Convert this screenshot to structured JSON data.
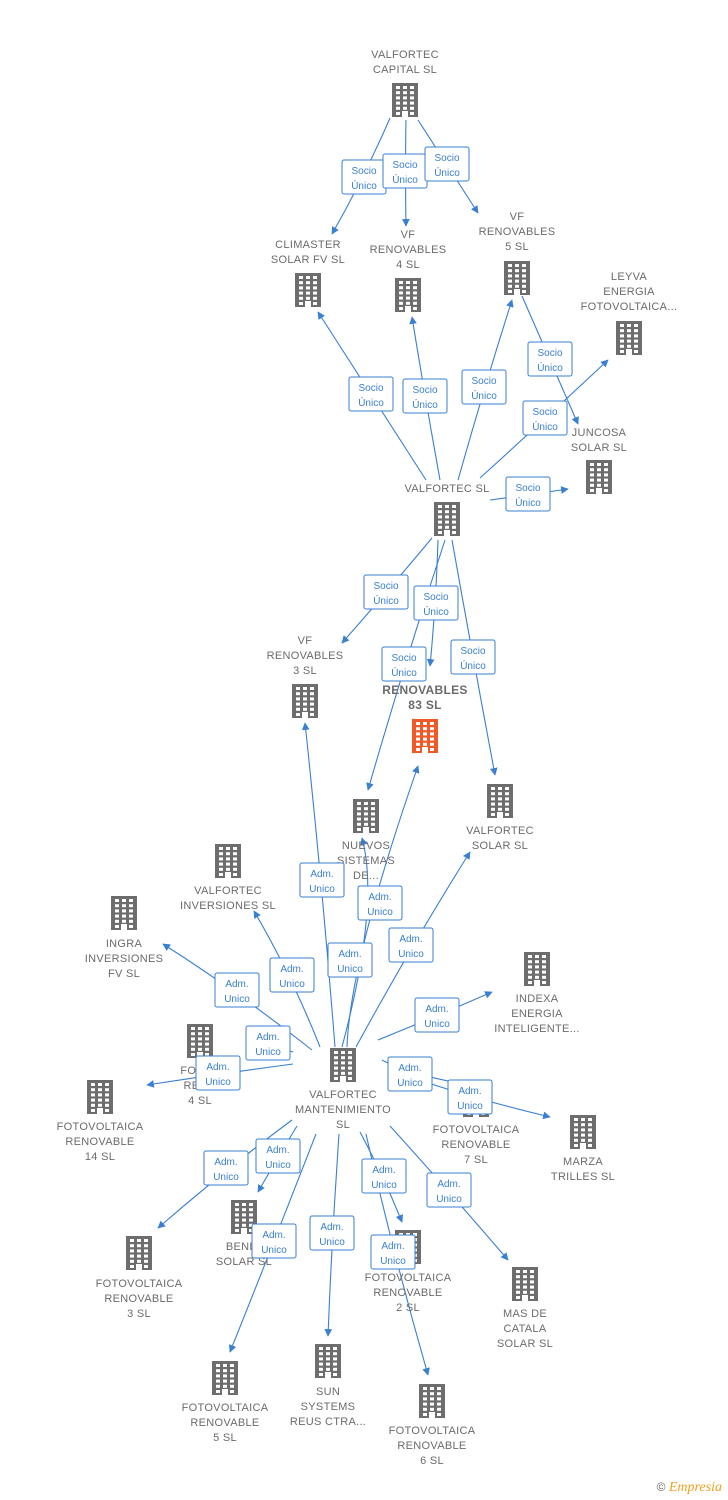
{
  "nodes": [
    {
      "id": "valfortec_capital",
      "lines": [
        "VALFORTEC",
        "CAPITAL  SL"
      ]
    },
    {
      "id": "climaster",
      "lines": [
        "CLIMASTER",
        "SOLAR FV SL"
      ]
    },
    {
      "id": "vf4",
      "lines": [
        "VF",
        "RENOVABLES",
        "4  SL"
      ]
    },
    {
      "id": "vf5",
      "lines": [
        "VF",
        "RENOVABLES",
        "5  SL"
      ]
    },
    {
      "id": "leyva",
      "lines": [
        "LEYVA",
        "ENERGIA",
        "FOTOVOLTAICA..."
      ]
    },
    {
      "id": "juncosa",
      "lines": [
        "JUNCOSA",
        "SOLAR  SL"
      ]
    },
    {
      "id": "valfortec",
      "lines": [
        "VALFORTEC SL"
      ]
    },
    {
      "id": "vf3",
      "lines": [
        "VF",
        "RENOVABLES",
        "3  SL"
      ]
    },
    {
      "id": "vf83",
      "lines": [
        "RENOVABLES",
        "83  SL"
      ],
      "focus": true
    },
    {
      "id": "nuevos",
      "lines": [
        "NUEVOS",
        "SISTEMAS",
        "DE..."
      ]
    },
    {
      "id": "valfortec_solar",
      "lines": [
        "VALFORTEC",
        "SOLAR  SL"
      ]
    },
    {
      "id": "valfortec_inv",
      "lines": [
        "VALFORTEC",
        "INVERSIONES SL"
      ]
    },
    {
      "id": "ingra",
      "lines": [
        "INGRA",
        "INVERSIONES",
        "FV  SL"
      ]
    },
    {
      "id": "indexa",
      "lines": [
        "INDEXA",
        "ENERGIA",
        "INTELIGENTE..."
      ]
    },
    {
      "id": "fr4",
      "lines": [
        "FOTOV",
        "RENO",
        "4 SL"
      ]
    },
    {
      "id": "mant",
      "lines": [
        "VALFORTEC",
        "MANTENIMIENTO",
        "SL"
      ]
    },
    {
      "id": "fr14",
      "lines": [
        "FOTOVOLTAICA",
        "RENOVABLE",
        "14 SL"
      ]
    },
    {
      "id": "fr7",
      "lines": [
        "FOTOVOLTAICA",
        "RENOVABLE",
        "7 SL"
      ]
    },
    {
      "id": "marza",
      "lines": [
        "MARZA",
        "TRILLES SL"
      ]
    },
    {
      "id": "benll",
      "lines": [
        "BENLL",
        "SOLAR SL"
      ]
    },
    {
      "id": "fr3",
      "lines": [
        "FOTOVOLTAICA",
        "RENOVABLE",
        "3 SL"
      ]
    },
    {
      "id": "fr2",
      "lines": [
        "FOTOVOLTAICA",
        "RENOVABLE",
        "2  SL"
      ]
    },
    {
      "id": "mas_catala",
      "lines": [
        "MAS DE",
        "CATALA",
        "SOLAR SL"
      ]
    },
    {
      "id": "fr5",
      "lines": [
        "FOTOVOLTAICA",
        "RENOVABLE",
        "5 SL"
      ]
    },
    {
      "id": "sun",
      "lines": [
        "SUN",
        "SYSTEMS",
        "REUS CTRA..."
      ]
    },
    {
      "id": "fr6",
      "lines": [
        "FOTOVOLTAICA",
        "RENOVABLE",
        "6 SL"
      ]
    }
  ],
  "edge_labels": {
    "socio": [
      "Socio",
      "Único"
    ],
    "adm": [
      "Adm.",
      "Unico"
    ]
  },
  "edges": [
    {
      "from": "valfortec_capital",
      "to": "climaster",
      "label": "socio"
    },
    {
      "from": "valfortec_capital",
      "to": "vf4",
      "label": "socio"
    },
    {
      "from": "valfortec_capital",
      "to": "vf5",
      "label": "socio"
    },
    {
      "from": "vf5",
      "to": "juncosa",
      "label": "socio"
    },
    {
      "from": "valfortec",
      "to": "climaster",
      "label": "socio"
    },
    {
      "from": "valfortec",
      "to": "vf4",
      "label": "socio"
    },
    {
      "from": "valfortec",
      "to": "vf5",
      "label": "socio"
    },
    {
      "from": "valfortec",
      "to": "leyva",
      "label": "socio"
    },
    {
      "from": "valfortec",
      "to": "juncosa",
      "label": "socio"
    },
    {
      "from": "valfortec",
      "to": "vf3",
      "label": "socio"
    },
    {
      "from": "valfortec",
      "to": "vf83",
      "label": "socio"
    },
    {
      "from": "valfortec",
      "to": "nuevos",
      "label": "socio"
    },
    {
      "from": "valfortec",
      "to": "valfortec_solar",
      "label": "socio"
    },
    {
      "from": "mant",
      "to": "vf3",
      "label": "adm"
    },
    {
      "from": "mant",
      "to": "vf83",
      "label": "adm"
    },
    {
      "from": "mant",
      "to": "nuevos",
      "label": "adm"
    },
    {
      "from": "mant",
      "to": "valfortec_solar",
      "label": "adm"
    },
    {
      "from": "mant",
      "to": "valfortec_inv",
      "label": "adm"
    },
    {
      "from": "mant",
      "to": "ingra",
      "label": "adm"
    },
    {
      "from": "mant",
      "to": "indexa",
      "label": "adm"
    },
    {
      "from": "mant",
      "to": "fr4",
      "label": "adm"
    },
    {
      "from": "mant",
      "to": "fr14",
      "label": "adm"
    },
    {
      "from": "mant",
      "to": "fr7",
      "label": "adm"
    },
    {
      "from": "mant",
      "to": "marza",
      "label": "adm"
    },
    {
      "from": "mant",
      "to": "benll",
      "label": "adm"
    },
    {
      "from": "mant",
      "to": "fr3",
      "label": "adm"
    },
    {
      "from": "mant",
      "to": "fr2",
      "label": "adm"
    },
    {
      "from": "mant",
      "to": "mas_catala",
      "label": "adm"
    },
    {
      "from": "mant",
      "to": "fr5",
      "label": "adm"
    },
    {
      "from": "mant",
      "to": "sun",
      "label": "adm"
    },
    {
      "from": "mant",
      "to": "fr6",
      "label": "adm"
    }
  ],
  "footer": {
    "copyright": "©",
    "brand": "Empresia"
  },
  "colors": {
    "edge": "#3a7fd0",
    "building": "#6d6d6d",
    "focus": "#f05a28"
  }
}
